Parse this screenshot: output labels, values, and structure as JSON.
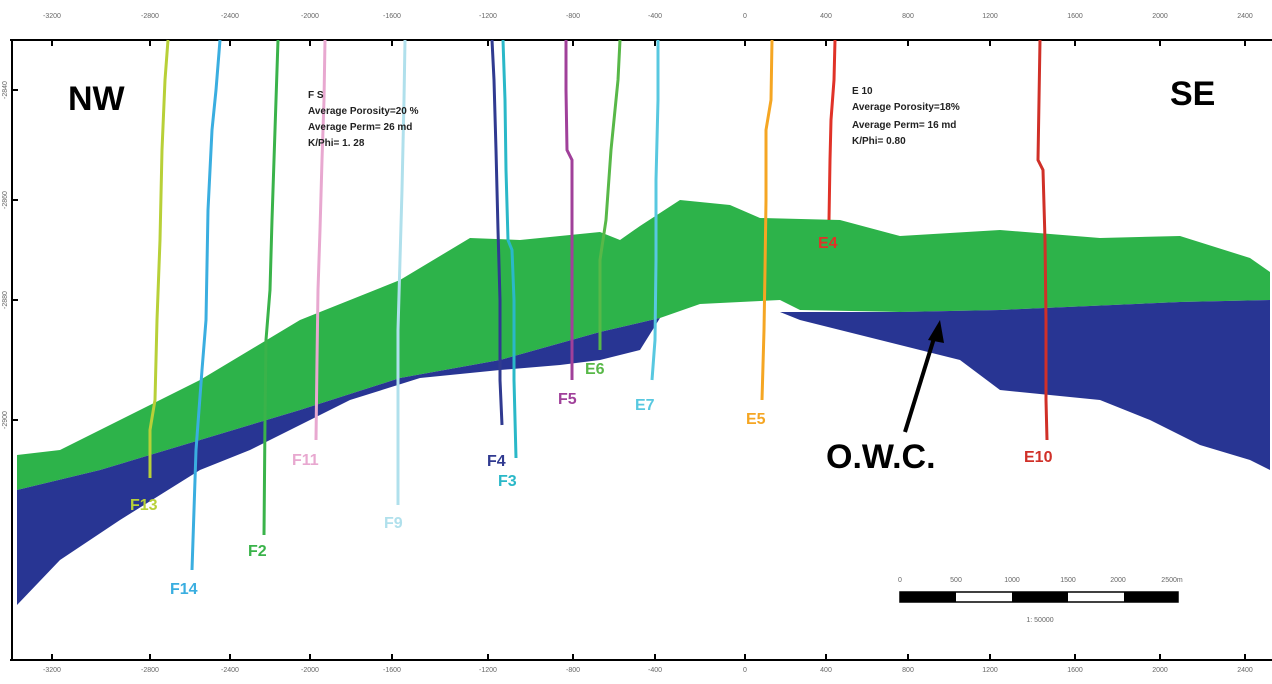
{
  "regions": {
    "left": "NW",
    "right": "SE"
  },
  "notes": {
    "left": [
      "F S",
      "Average Porosity=20 %",
      "Average Perm= 26 md",
      "K/Phi= 1. 28"
    ],
    "right": [
      "E 10",
      "Average Porosity=18%",
      "Average Perm= 16 md",
      "K/Phi= 0.80"
    ]
  },
  "owc_label": "O.W.C.",
  "x_ticks": [
    "-3200",
    "-2800",
    "-2400",
    "-2000",
    "-1600",
    "-1200",
    "-800",
    "-400",
    "0",
    "400",
    "800",
    "1200",
    "1600",
    "2000",
    "2400"
  ],
  "y_ticks": [
    "-2840",
    "-2860",
    "-2880",
    "-2900"
  ],
  "scale_bar": {
    "labels": [
      "0",
      "500",
      "1000",
      "1500",
      "2000",
      "2500m"
    ],
    "ratio": "1: 50000"
  },
  "colors": {
    "oil_zone": "#2db34a",
    "water_zone": "#283593",
    "background": "#ffffff"
  },
  "wells": [
    {
      "label": "F13",
      "color": "#b8d038"
    },
    {
      "label": "F14",
      "color": "#3aaee0"
    },
    {
      "label": "F2",
      "color": "#3ab34a"
    },
    {
      "label": "F11",
      "color": "#e8a8d0"
    },
    {
      "label": "F9",
      "color": "#b0e0ec"
    },
    {
      "label": "F4",
      "color": "#303a90"
    },
    {
      "label": "F3",
      "color": "#2ab8c8"
    },
    {
      "label": "F5",
      "color": "#a0409a"
    },
    {
      "label": "E6",
      "color": "#58b848"
    },
    {
      "label": "E7",
      "color": "#58c8e0"
    },
    {
      "label": "E5",
      "color": "#f5a623"
    },
    {
      "label": "E4",
      "color": "#e03228"
    },
    {
      "label": "E10",
      "color": "#d03028"
    }
  ]
}
